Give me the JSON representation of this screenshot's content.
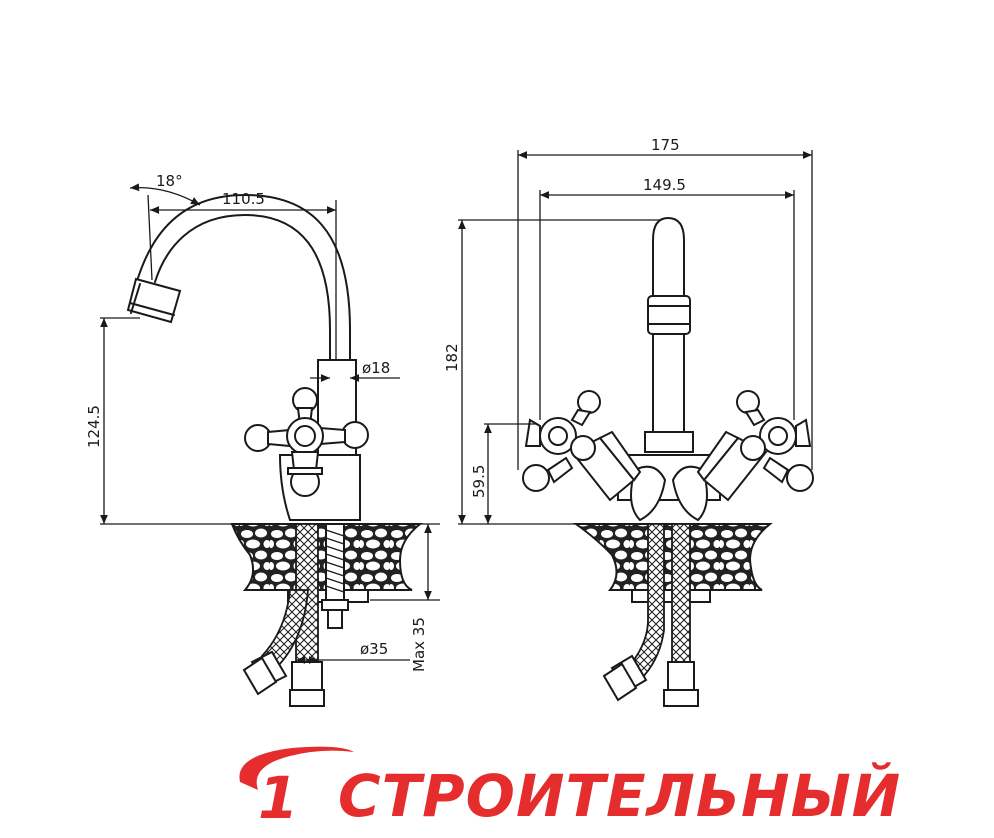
{
  "side_view": {
    "angle_label": "18°",
    "spout_reach": "110.5",
    "pipe_diameter": "ø18",
    "spout_height": "124.5",
    "thread_diameter": "ø35",
    "max_thickness": "Max 35"
  },
  "front_view": {
    "overall_width": "175",
    "handle_span": "149.5",
    "overall_height": "182",
    "handle_height": "59.5"
  },
  "brand": {
    "logo_numeral": "1",
    "logo_word": "СТРОИТЕЛЬНЫЙ",
    "accent_color": "#e52d2d"
  }
}
